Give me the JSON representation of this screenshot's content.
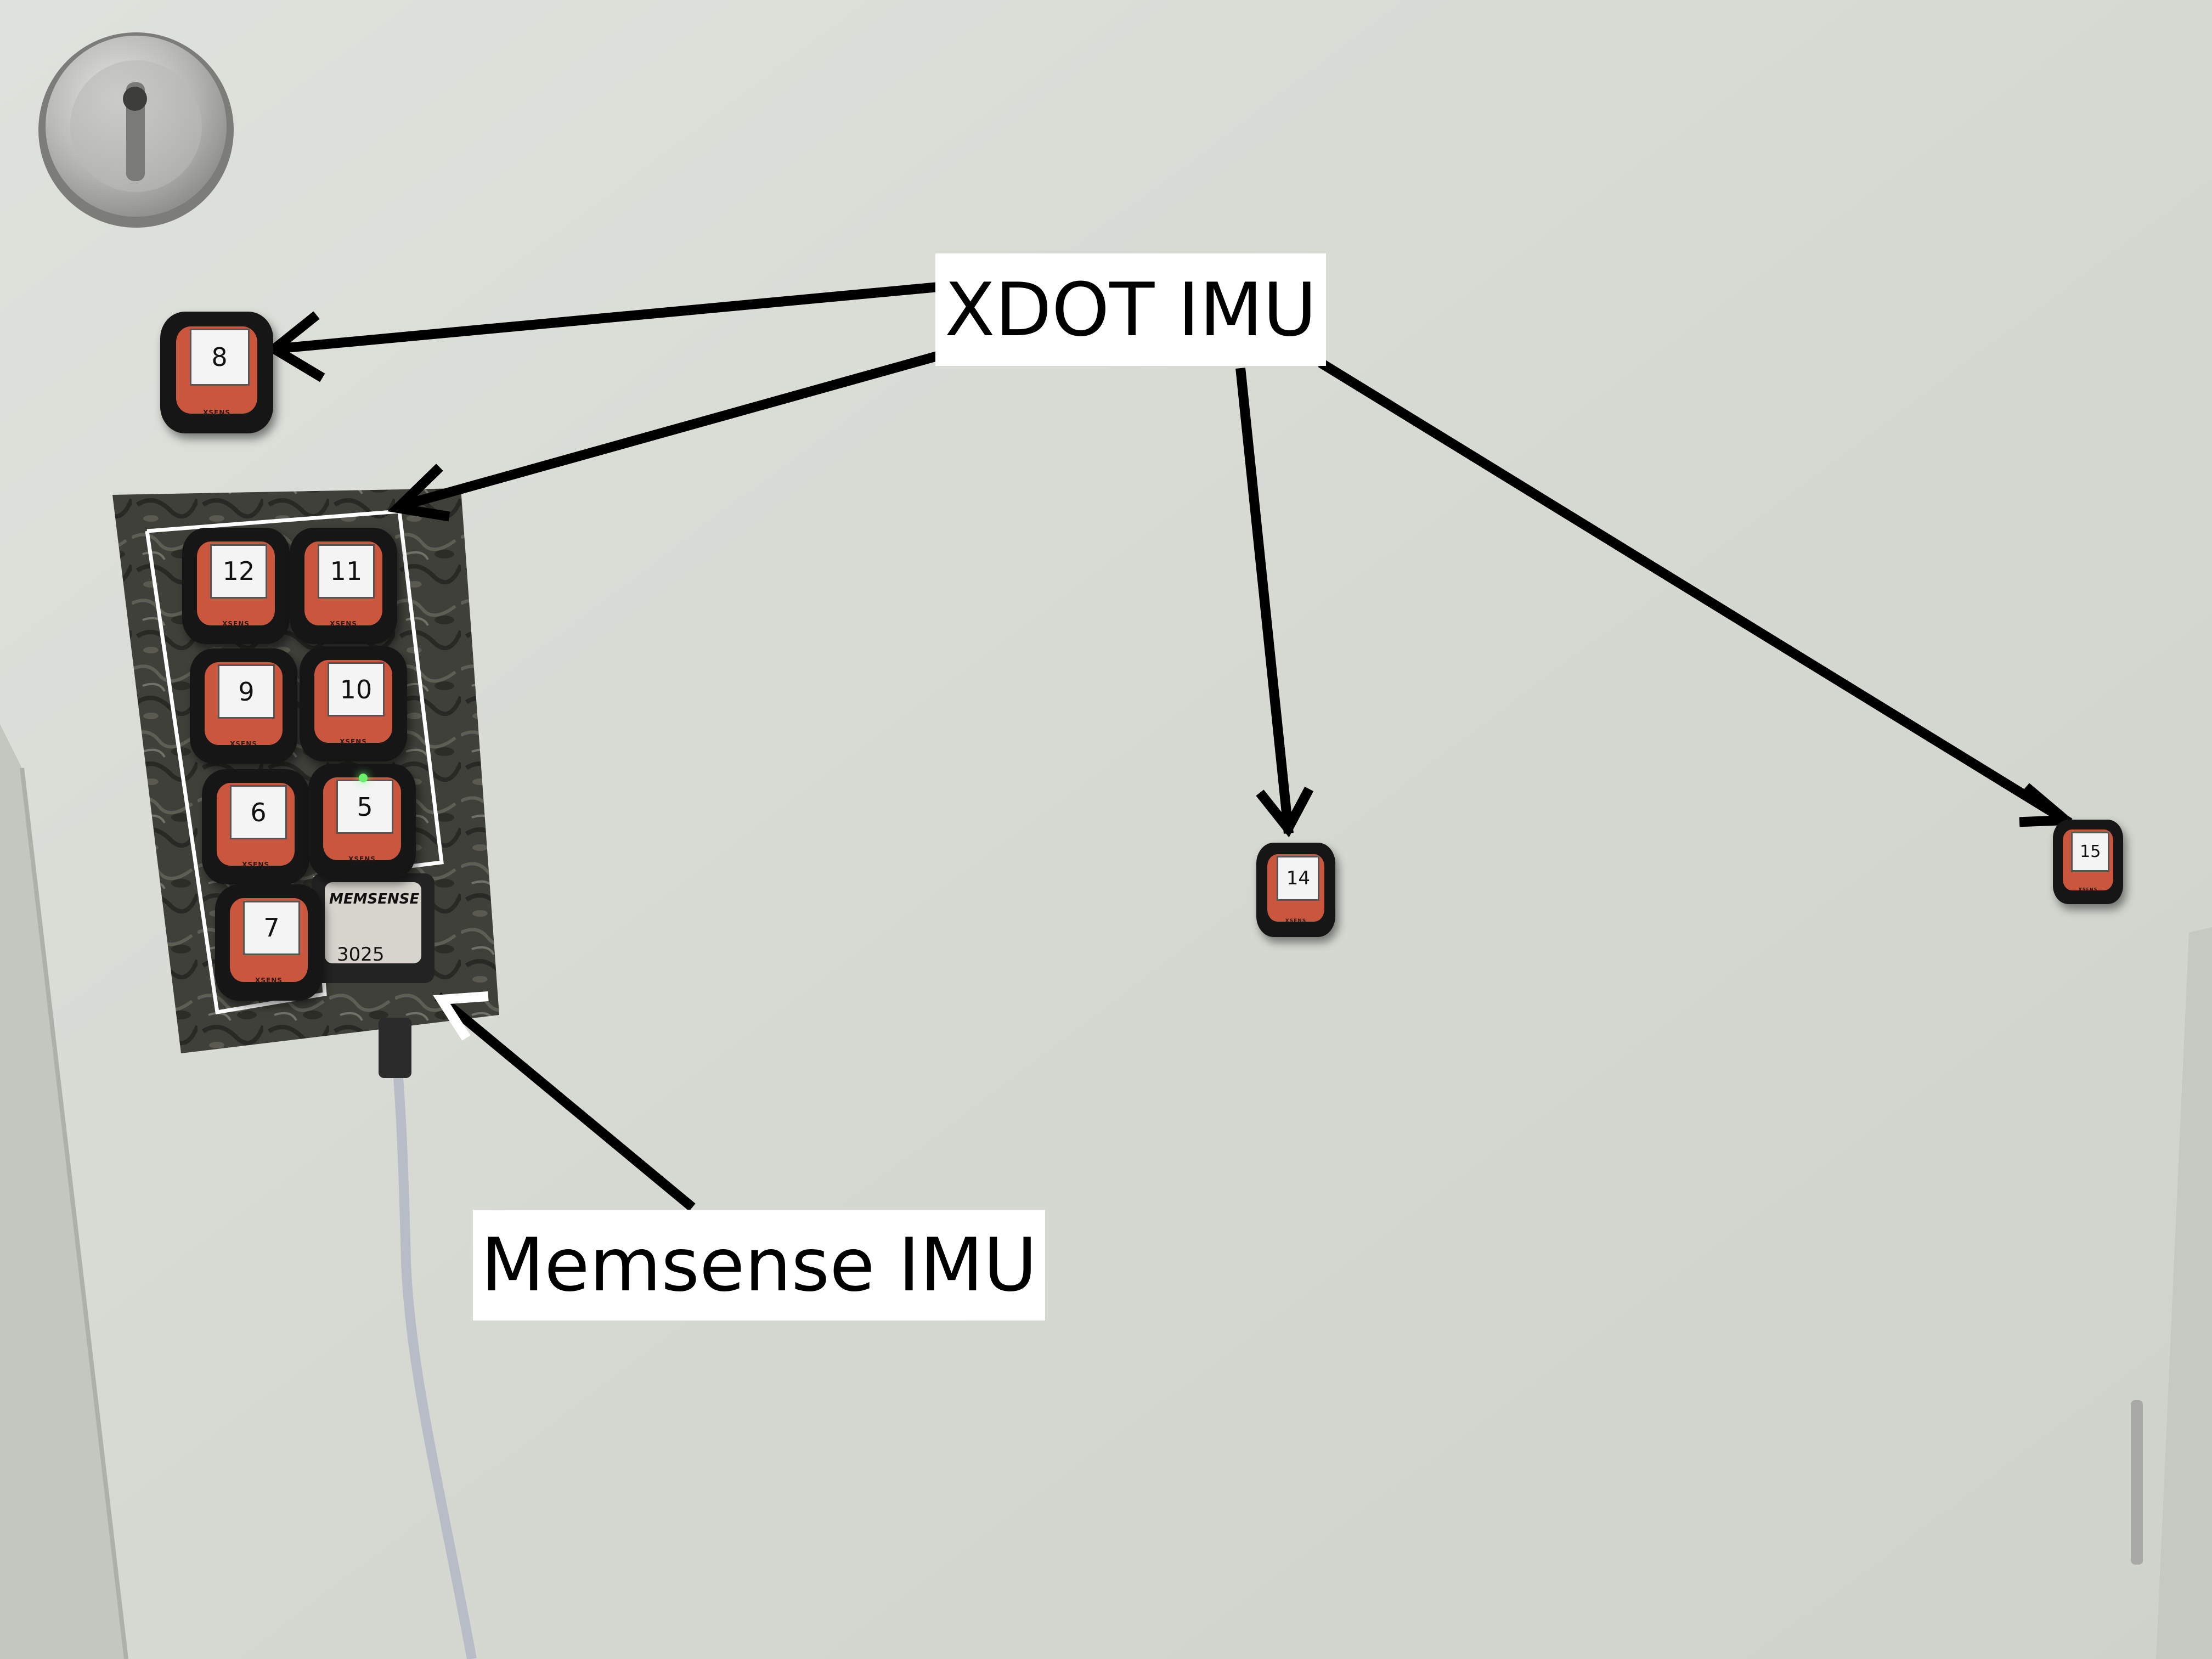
{
  "labels": {
    "xdot": "XDOT IMU",
    "memsense": "Memsense IMU"
  },
  "xdot_sensors": [
    {
      "number": "8",
      "brand": "XSENS"
    },
    {
      "number": "12",
      "brand": "XSENS"
    },
    {
      "number": "11",
      "brand": "XSENS"
    },
    {
      "number": "9",
      "brand": "XSENS"
    },
    {
      "number": "10",
      "brand": "XSENS"
    },
    {
      "number": "6",
      "brand": "XSENS"
    },
    {
      "number": "5",
      "brand": "XSENS"
    },
    {
      "number": "7",
      "brand": "XSENS"
    },
    {
      "number": "14",
      "brand": "XSENS"
    },
    {
      "number": "15",
      "brand": "XSENS"
    }
  ],
  "memsense_device": {
    "brand": "MEMSENSE",
    "number": "3025"
  },
  "colors": {
    "door": "#d9dcd6",
    "sensor_face": "#c9563d",
    "sensor_body": "#161616",
    "label_background": "#ffffff",
    "arrow": "#000000",
    "outline": "#ffffff"
  }
}
